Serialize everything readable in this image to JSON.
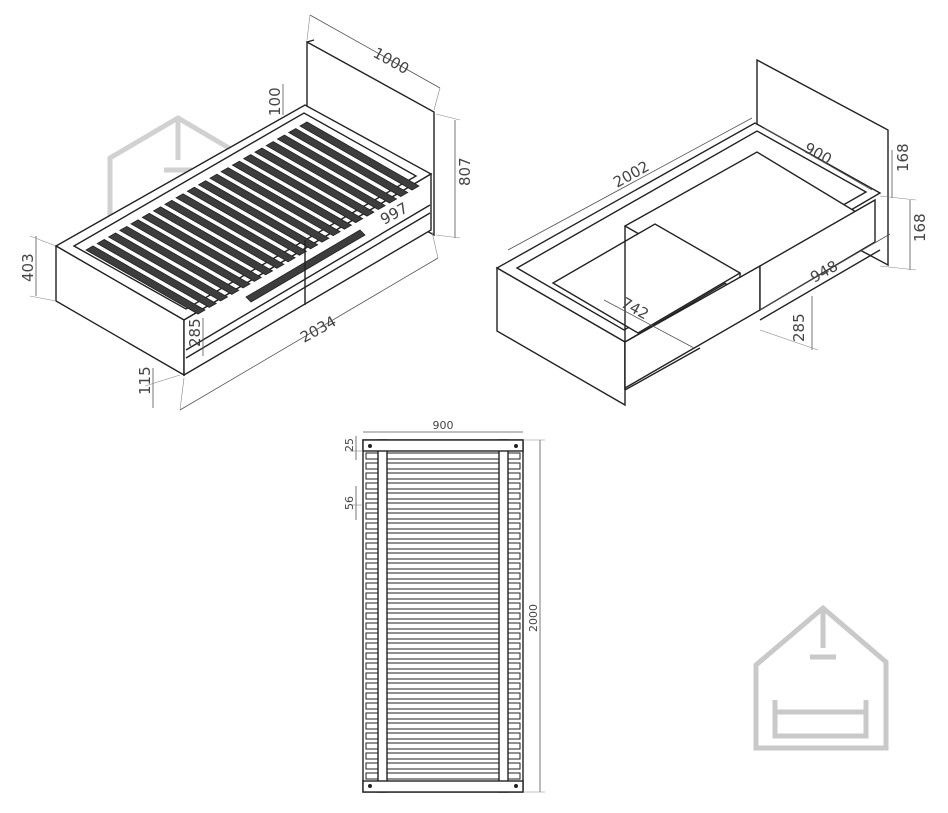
{
  "bed_iso_view": {
    "dims": {
      "headboard_width": "1000",
      "headboard_thickness": "100",
      "total_height": "807",
      "inner_width": "997",
      "frame_height": "403",
      "drawer_height": "285",
      "overall_length": "2034",
      "leg_height": "115"
    }
  },
  "frame_view": {
    "dims": {
      "inner_length": "2002",
      "inner_width": "900",
      "top_depth": "168",
      "side_depth": "168",
      "drawer_length": "948",
      "drawer_width": "742",
      "drawer_height": "285"
    }
  },
  "slat_view": {
    "dims": {
      "width": "900",
      "length": "2000",
      "edge_gap": "25",
      "slat_pitch": "56"
    },
    "slat_count": 33
  },
  "colors": {
    "line": "#222222",
    "dimension": "#555555",
    "watermark": "#c9c9c9"
  },
  "icons": [
    "house-sofa-watermark-icon"
  ]
}
